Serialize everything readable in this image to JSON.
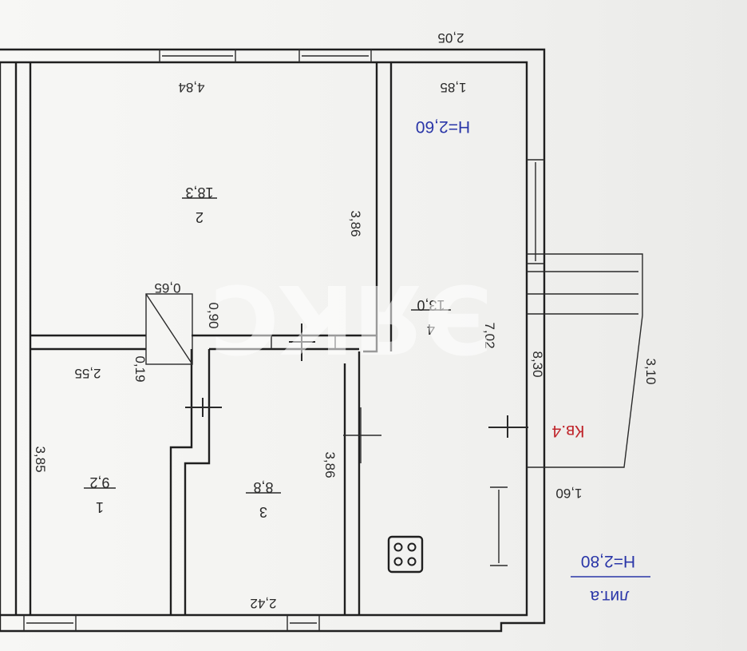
{
  "rooms": [
    {
      "number": "1",
      "area": "9,2"
    },
    {
      "number": "2",
      "area": "18,3"
    },
    {
      "number": "3",
      "area": "8,8"
    },
    {
      "number": "4",
      "area": "13,0"
    }
  ],
  "dimensions": {
    "top_outer": "2,05",
    "top_inner": "1,85",
    "room2_width": "4,84",
    "room2_height": "3,86",
    "room3_height": "3,86",
    "room1_height": "3,85",
    "room1_width": "2,55",
    "room3_width": "2,42",
    "room4_height": "7,02",
    "overall_height": "8,30",
    "chimney_width": "0,65",
    "chimney_height": "0,90",
    "chimney_offset": "0,19",
    "porch_length": "3,10",
    "porch_width": "1,60"
  },
  "labels": {
    "ceiling_upper": "H=2,60",
    "ceiling_lower": "H=2,80",
    "apartment": "Кв.4",
    "litera": "лит.а"
  },
  "watermark": "ЭЯКС",
  "colors": {
    "wall": "#1f1f1f",
    "blue_text": "#2a36a8",
    "red_text": "#c0262c"
  }
}
